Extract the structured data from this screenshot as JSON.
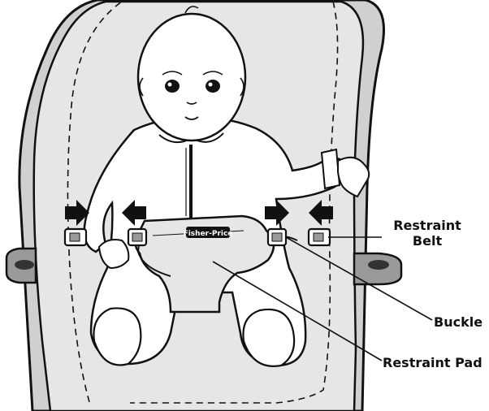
{
  "labels": {
    "restraint_belt_line1": "Restraint",
    "restraint_belt_line2": "Belt",
    "buckle": "Buckle",
    "restraint_pad": "Restraint Pad"
  },
  "pad_logo": "Fisher-Price",
  "colors": {
    "ink": "#111111",
    "seat_fill": "#e6e6e6",
    "arrow": "#111111"
  }
}
